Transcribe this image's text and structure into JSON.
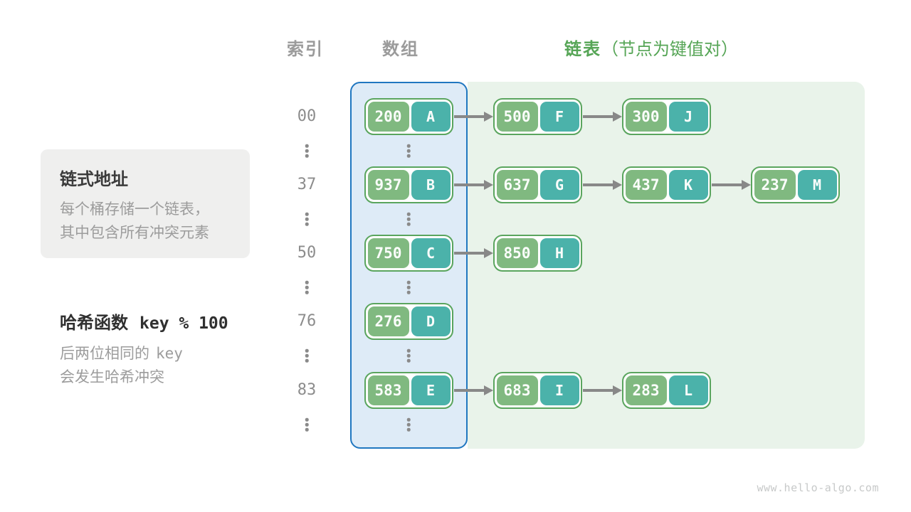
{
  "headers": {
    "index": "索引",
    "array": "数组",
    "list_title": "链表",
    "list_note": "（节点为键值对）"
  },
  "sidebar": {
    "box_title": "链式地址",
    "box_line1": "每个桶存储一个链表，",
    "box_line2": "其中包含所有冲突元素",
    "hash_label": "哈希函数",
    "hash_formula": "key % 100",
    "hash_note_prefix": "后两位相同的",
    "hash_note_mono": "key",
    "hash_note_line2": "会发生哈希冲突"
  },
  "watermark": "www.hello-algo.com",
  "diagram": {
    "rows": [
      {
        "index": "00",
        "nodes": [
          {
            "key": "200",
            "value": "A"
          },
          {
            "key": "500",
            "value": "F"
          },
          {
            "key": "300",
            "value": "J"
          }
        ]
      },
      {
        "index": "37",
        "nodes": [
          {
            "key": "937",
            "value": "B"
          },
          {
            "key": "637",
            "value": "G"
          },
          {
            "key": "437",
            "value": "K"
          },
          {
            "key": "237",
            "value": "M"
          }
        ]
      },
      {
        "index": "50",
        "nodes": [
          {
            "key": "750",
            "value": "C"
          },
          {
            "key": "850",
            "value": "H"
          }
        ]
      },
      {
        "index": "76",
        "nodes": [
          {
            "key": "276",
            "value": "D"
          }
        ]
      },
      {
        "index": "83",
        "nodes": [
          {
            "key": "583",
            "value": "E"
          },
          {
            "key": "683",
            "value": "I"
          },
          {
            "key": "283",
            "value": "L"
          }
        ]
      }
    ]
  },
  "colors": {
    "accent_green": "#56A556",
    "header_gray": "#9B9B9B",
    "array_fill": "#DEEBF7",
    "array_border": "#2077C0",
    "list_fill": "#E9F3EA",
    "node_border": "#5AA55E",
    "key_bg": "#80B980",
    "value_bg": "#4BB2AA",
    "arrow": "#888888",
    "index_gray": "#8C8C8C"
  }
}
